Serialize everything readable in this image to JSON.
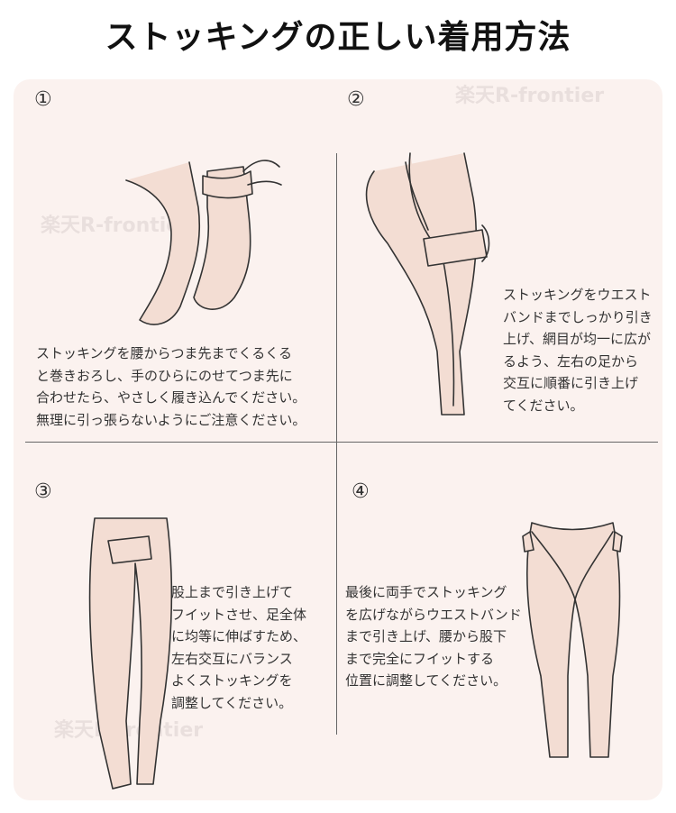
{
  "title": "ストッキングの正しい着用方法",
  "watermark": "楽天R-frontier",
  "steps": [
    {
      "number": "①",
      "text": "ストッキングを腰からつま先までくるくる\nと巻きおろし、手のひらにのせてつま先に\n合わせたら、やさしく履き込んでください。\n無理に引っ張らないようにご注意ください。"
    },
    {
      "number": "②",
      "text": "ストッキングをウエスト\nバンドまでしっかり引き\n上げ、網目が均一に広が\nるよう、左右の足から\n交互に順番に引き上げ\nてください。"
    },
    {
      "number": "③",
      "text": "股上まで引き上げて\nフイットさせ、足全体\nに均等に伸ばすため、\n左右交互にバランス\nよくストッキングを\n調整してください。"
    },
    {
      "number": "④",
      "text": "最後に両手でストッキング\nを広げながらウエストバンド\nまで引き上げ、腰から股下\nまで完全にフイットする\n位置に調整してください。"
    }
  ]
}
